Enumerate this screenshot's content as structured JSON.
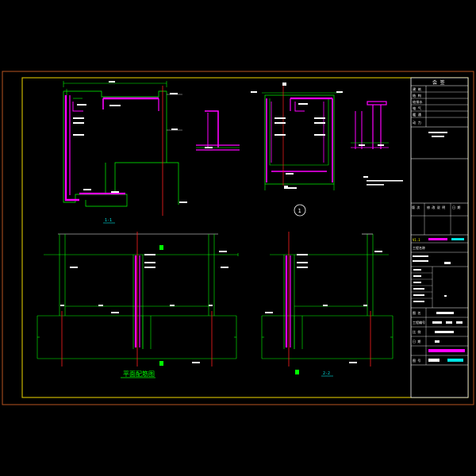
{
  "colors": {
    "background": "#000000",
    "outer_frame": "#b8541f",
    "inner_frame": "#c8b400",
    "wall": "#ff00ff",
    "outline": "#00ff00",
    "axis": "#ff1e1e",
    "white": "#ffffff",
    "cyan": "#00e5e5",
    "yellow": "#ffff00"
  },
  "section_marks": {
    "section_1_1": "1-1",
    "section_2_2": "2-2",
    "detail_number": "1",
    "left_plan_title": "平面配筋图"
  },
  "title_block": {
    "approval_header": "会 签",
    "approval_rows": [
      "建 筑",
      "结 构",
      "给排水",
      "电 气",
      "暖 通",
      "动 力"
    ],
    "revision_headers": [
      "版 次",
      "修 改 说 明",
      "日 期"
    ],
    "rev_no": "V1.1",
    "project_label": "工程名称",
    "drawing_label": "图 名",
    "project_no_label": "工程编号",
    "scale_label": "比 例",
    "date_label": "日 期",
    "sheet_label": "图 号"
  }
}
